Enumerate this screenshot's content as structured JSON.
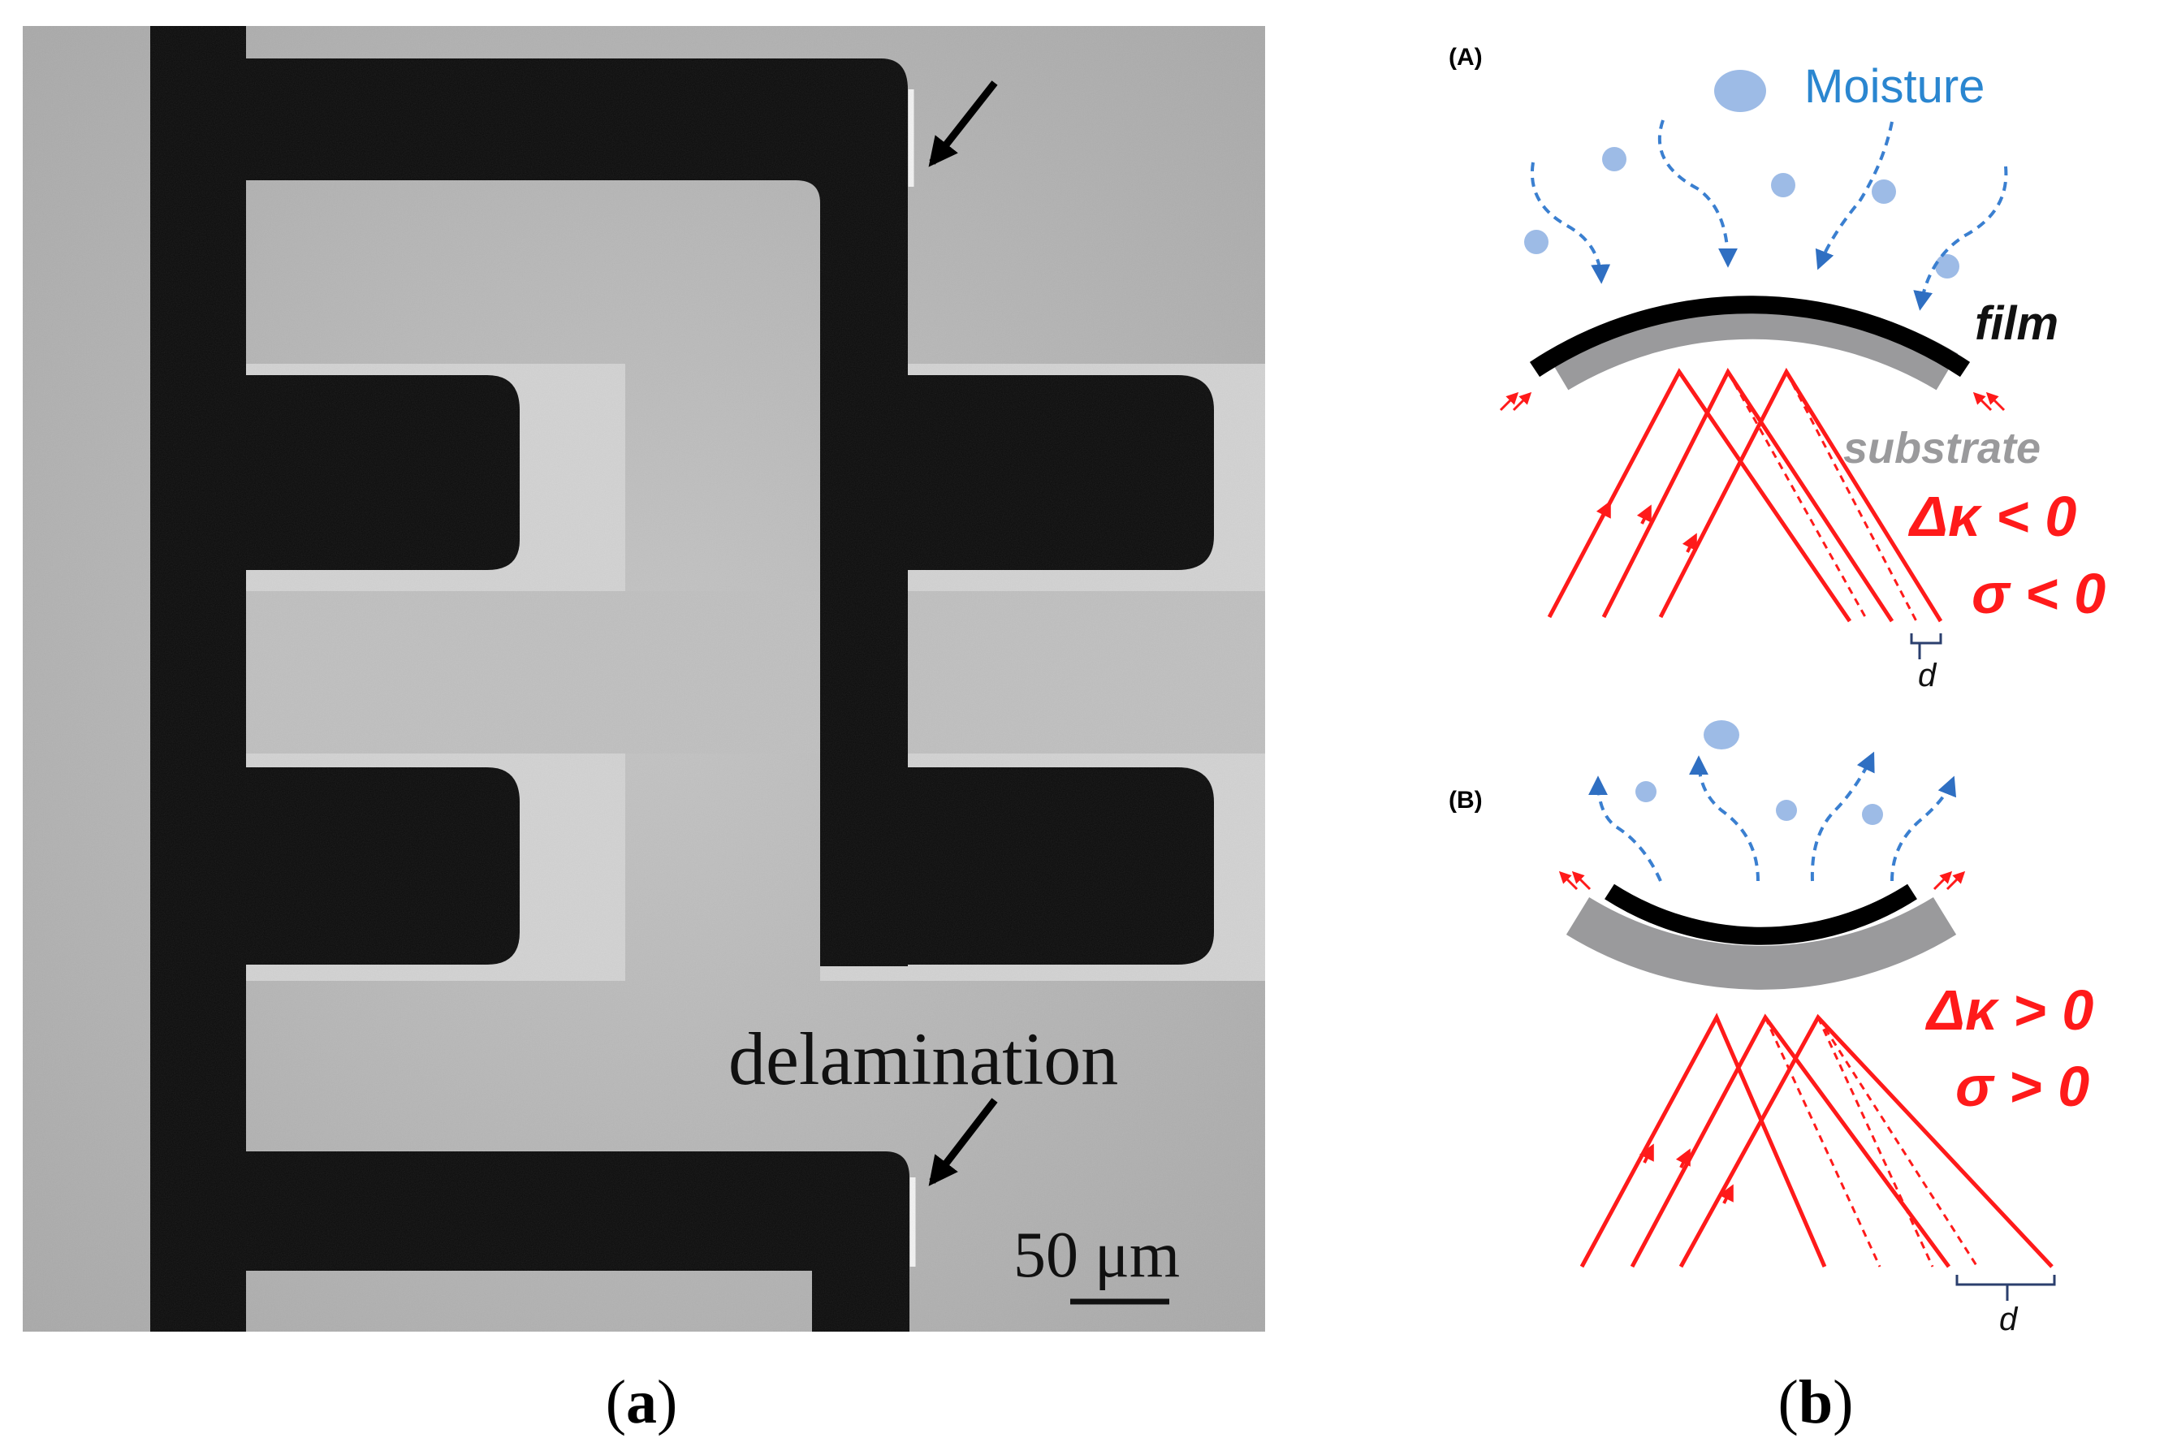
{
  "panel_a": {
    "caption_label": "a",
    "annotation": "delamination",
    "scale_bar_label": "50 μm"
  },
  "panel_b": {
    "caption_label": "b",
    "sub_a": {
      "tag": "(A)",
      "moisture_label": "Moisture",
      "film_label": "film",
      "substrate_label": "substrate",
      "curvature_label": "Δκ < 0",
      "stress_label": "σ < 0",
      "d_label": "d"
    },
    "sub_b": {
      "tag": "(B)",
      "curvature_label": "Δκ > 0",
      "stress_label": "σ > 0",
      "d_label": "d"
    }
  },
  "colors": {
    "laser": "#ff1a1a",
    "moisture_arrow": "#3a7fd0",
    "droplet": "#9dbbe6",
    "moisture_text": "#2a86d0",
    "film": "#000000",
    "substrate": "#9a9a9c",
    "label_red": "#ff1a1a",
    "substrate_text": "#9a9a9c"
  }
}
